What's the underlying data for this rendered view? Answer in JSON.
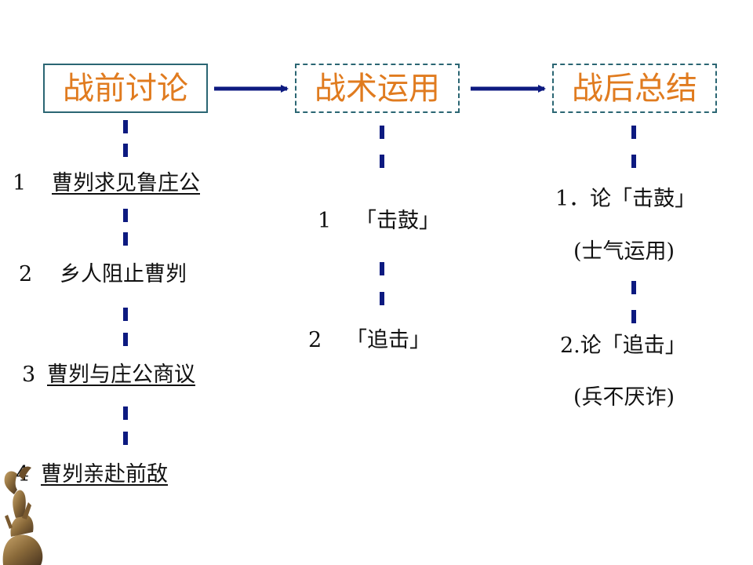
{
  "boxes": {
    "before": "战前讨论",
    "tactics": "战术运用",
    "after": "战后总结"
  },
  "col1": [
    {
      "num": "1",
      "text": "曹刿求见鲁庄公"
    },
    {
      "num": "2",
      "text": "乡人阻止曹刿"
    },
    {
      "num": "3",
      "text": "曹刿与庄公商议"
    },
    {
      "num": "4",
      "text": "曹刿亲赴前敌"
    }
  ],
  "col2": [
    {
      "num": "1",
      "text": "「击鼓」"
    },
    {
      "num": "2",
      "text": "「追击」"
    }
  ],
  "col3": [
    {
      "text": "1．论「击鼓」",
      "note": "(士气运用)"
    },
    {
      "text": "2.论「追击」",
      "note": "(兵不厌诈)"
    }
  ],
  "colors": {
    "accent": "#e07b1f",
    "border": "#2b6673",
    "arrow": "#0d1a80"
  }
}
